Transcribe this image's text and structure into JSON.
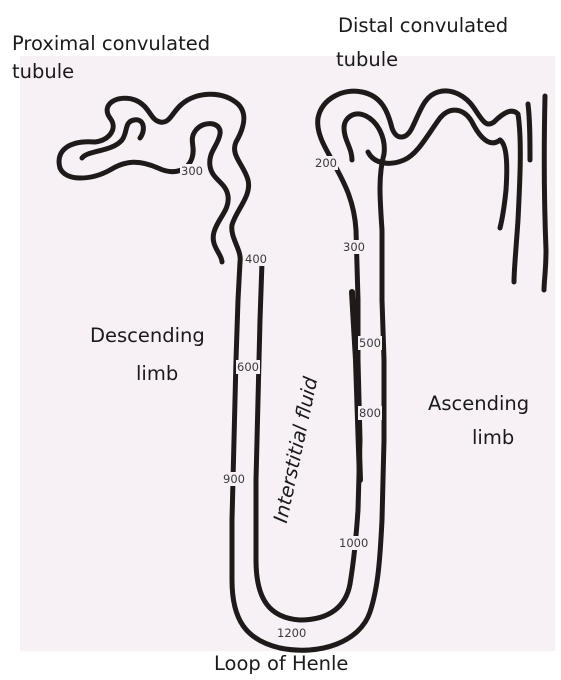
{
  "labels": {
    "proximal": [
      "Proximal convulated",
      "tubule"
    ],
    "distal": [
      "Distal convulated",
      "tubule"
    ],
    "descending": [
      "Descending",
      "limb"
    ],
    "ascending": [
      "Ascending",
      "limb"
    ],
    "interstitial": "Interstitial fluid",
    "loop": "Loop of Henle"
  },
  "osmolarity": {
    "proximal": "300",
    "distal": "200",
    "descending": [
      "400",
      "600",
      "900"
    ],
    "ascending": [
      "300",
      "500",
      "800",
      "1000"
    ],
    "bottom": "1200"
  },
  "colors": {
    "paper": "#f7f1f6",
    "line": "#1f1a1a"
  }
}
